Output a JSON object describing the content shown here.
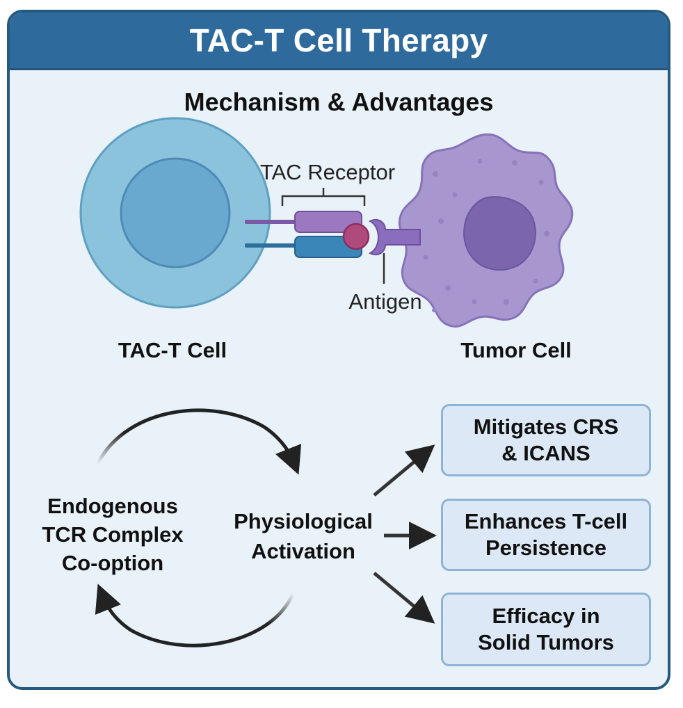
{
  "header": {
    "title": "TAC-T Cell Therapy",
    "subtitle": "Mechanism & Advantages"
  },
  "mechanism": {
    "receptor_label": "TAC Receptor",
    "antigen_label": "Antigen",
    "t_cell_label": "TAC-T Cell",
    "tumor_cell_label": "Tumor Cell"
  },
  "cycle": {
    "left_label": "Endogenous\nTCR Complex\nCo-option",
    "center_label": "Physiological\nActivation"
  },
  "benefits": [
    {
      "text": "Mitigates CRS\n& ICANS"
    },
    {
      "text": "Enhances T-cell\nPersistence"
    },
    {
      "text": "Efficacy in\nSolid Tumors"
    }
  ],
  "colors": {
    "header": "#2e6b9c",
    "border": "#26597f",
    "background": "#e9f2f8",
    "t_cell": "#8cc3dc",
    "tumor_cell": "#a896cf",
    "receptor_purple": "#9b78c0",
    "receptor_blue": "#3a86b8",
    "antigen": "#b04a7c",
    "benefit_box": "#dce8f5"
  }
}
